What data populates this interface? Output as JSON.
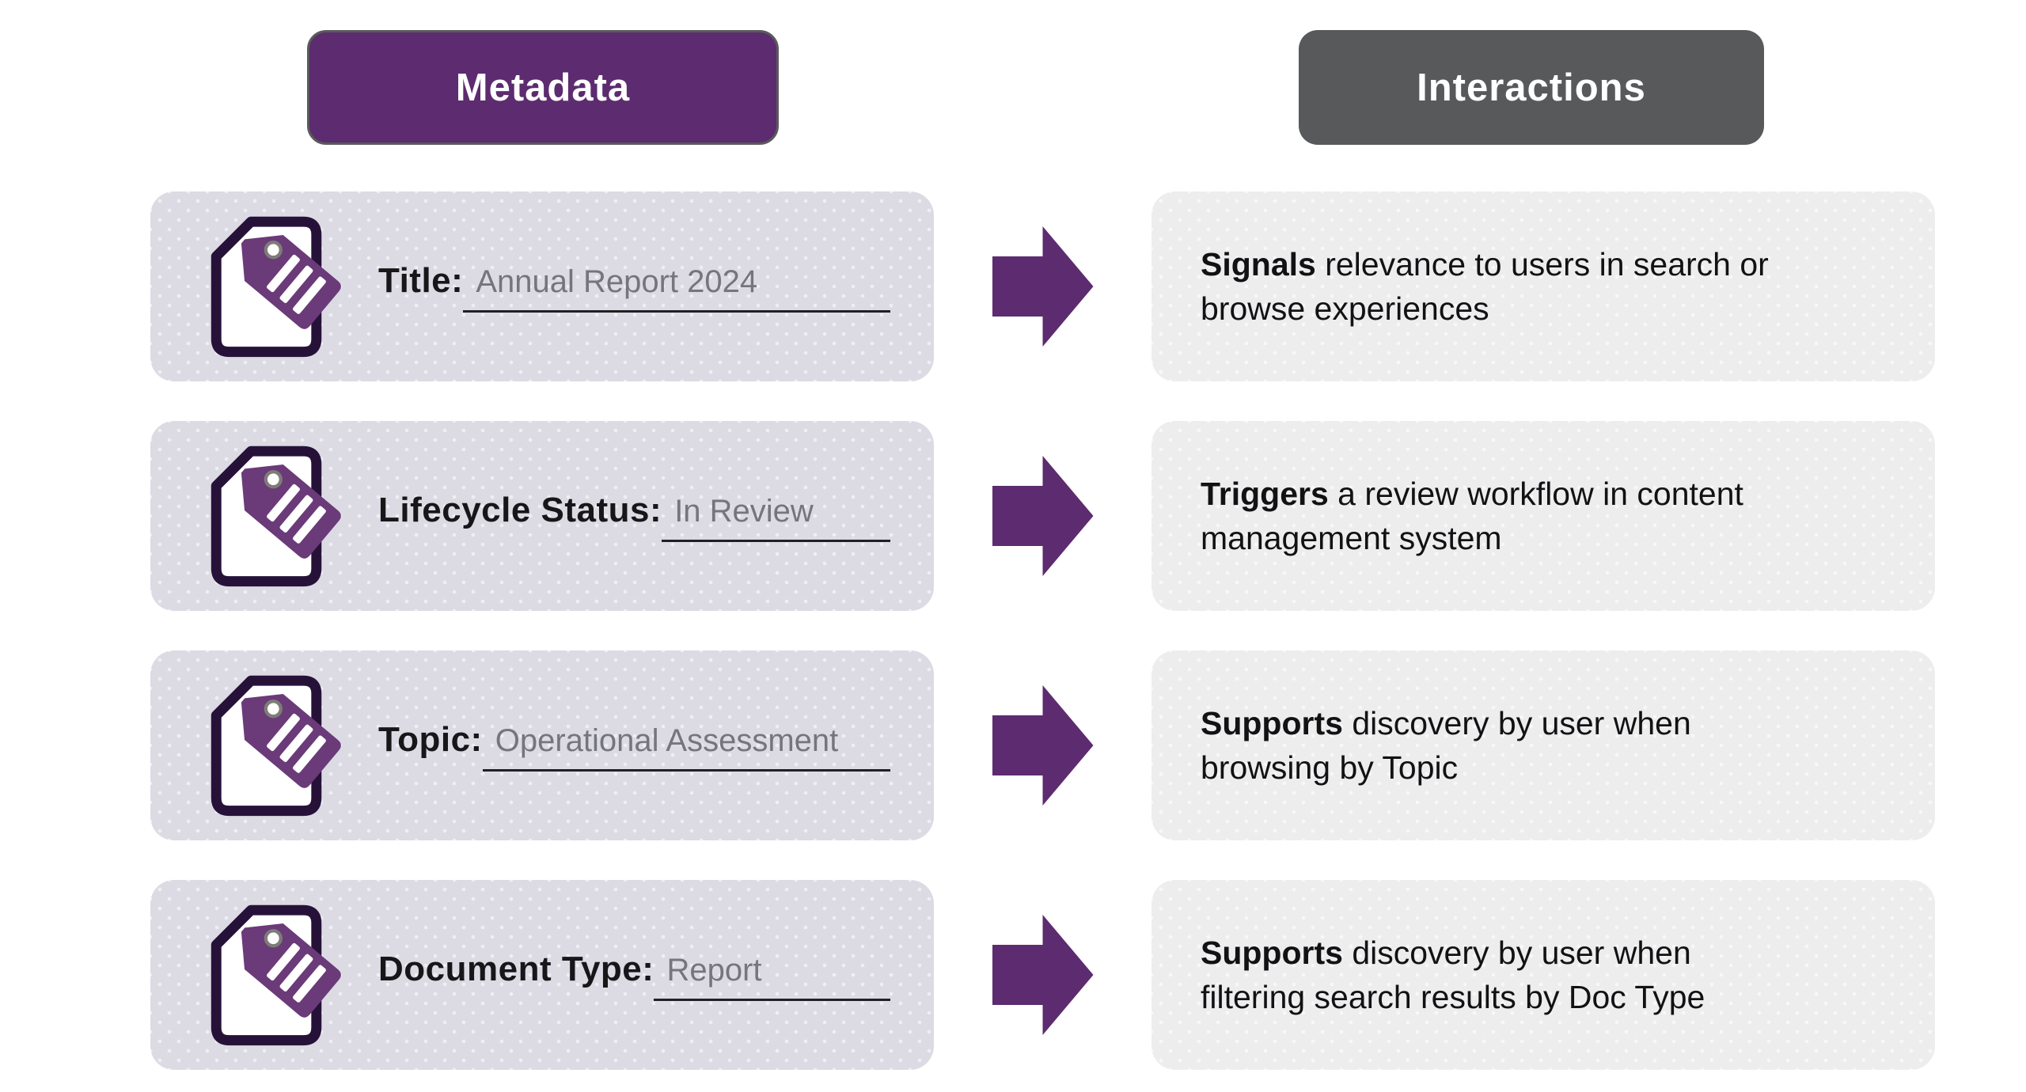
{
  "headers": {
    "metadata": "Metadata",
    "interactions": "Interactions"
  },
  "colors": {
    "header_purple": "#5d2b6f",
    "header_gray": "#58595b",
    "metadata_card_bg": "#dcdbe4",
    "interaction_card_bg": "#ededee",
    "arrow_purple": "#5d2b6f",
    "document_outline": "#261239",
    "tag_purple": "#6b3a79",
    "label_text": "#17171a",
    "value_text": "#75757b",
    "underline": "#202024"
  },
  "rows": [
    {
      "label": "Title:",
      "value": "Annual Report 2024",
      "interaction_bold": "Signals",
      "interaction_rest": " relevance to users in search or\nbrowse experiences"
    },
    {
      "label": "Lifecycle Status:",
      "value": "In Review",
      "interaction_bold": "Triggers",
      "interaction_rest": " a review workflow in content\nmanagement system"
    },
    {
      "label": "Topic:",
      "value": "Operational Assessment",
      "interaction_bold": "Supports",
      "interaction_rest": " discovery by user when\nbrowsing by Topic"
    },
    {
      "label": "Document Type:",
      "value": "Report",
      "interaction_bold": "Supports",
      "interaction_rest": " discovery by user when\nfiltering search results by Doc Type"
    }
  ]
}
